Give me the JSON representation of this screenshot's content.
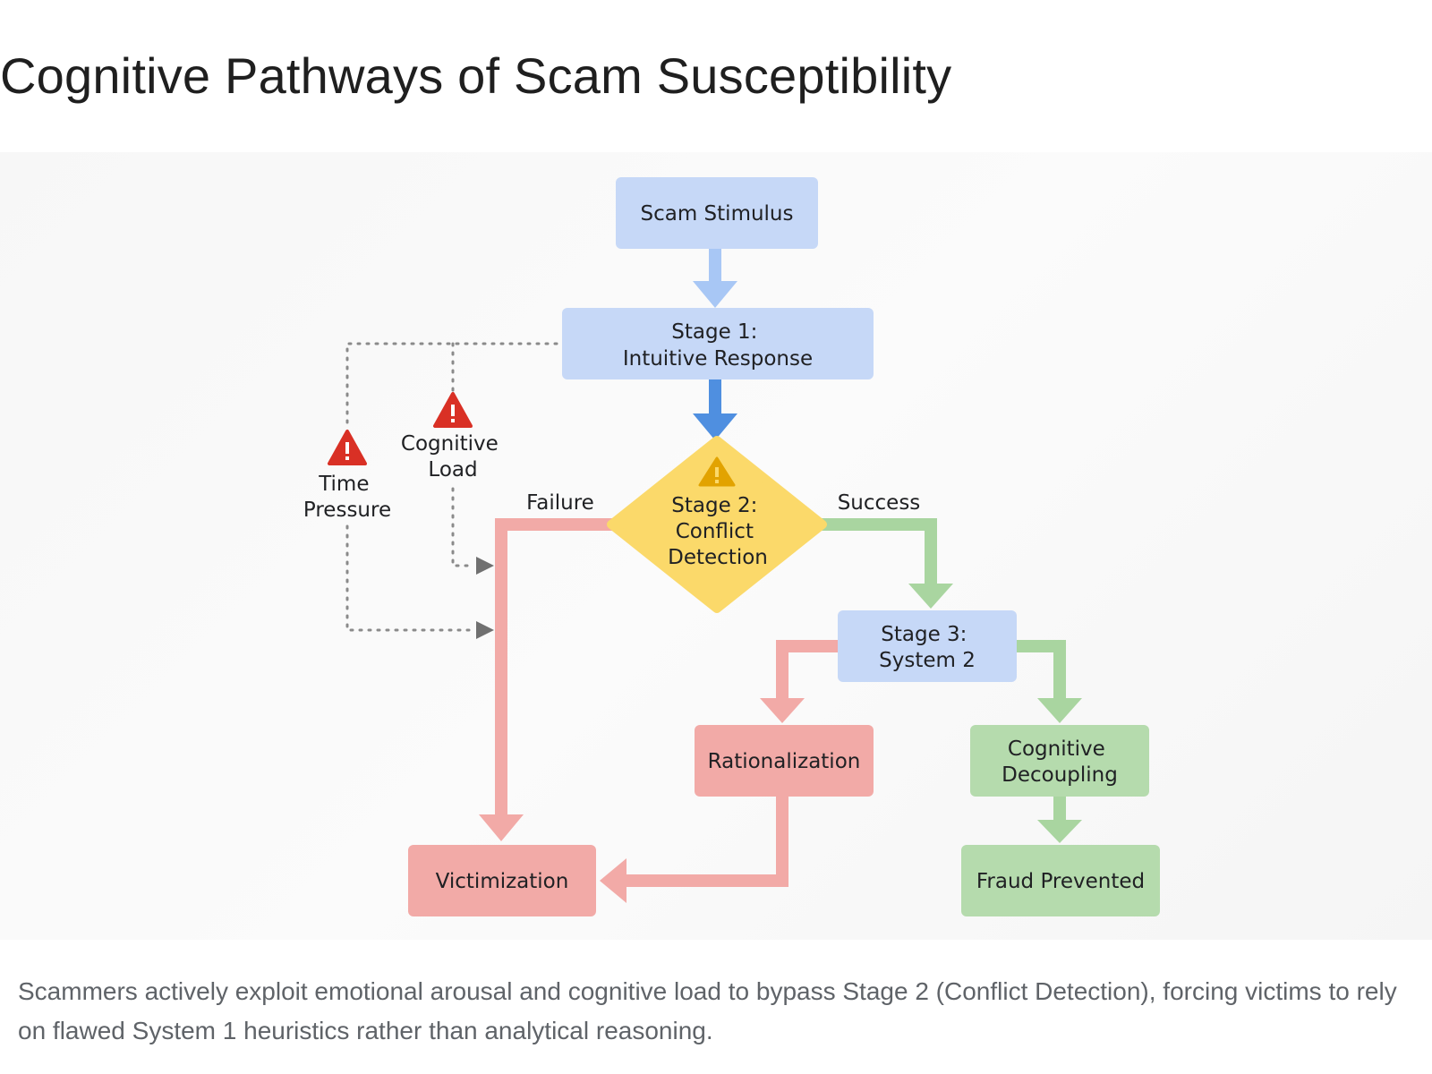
{
  "title": "Cognitive Pathways of Scam Susceptibility",
  "nodes": {
    "scam_stimulus": "Scam Stimulus",
    "stage1": [
      "Stage 1:",
      "Intuitive Response"
    ],
    "stage2": [
      "Stage 2:",
      "Conflict",
      "Detection"
    ],
    "stage3": [
      "Stage 3:",
      "System 2"
    ],
    "rationalization": "Rationalization",
    "cognitive_decoupling": [
      "Cognitive",
      "Decoupling"
    ],
    "victimization": "Victimization",
    "fraud_prevented": "Fraud Prevented"
  },
  "edges": {
    "failure": "Failure",
    "success": "Success"
  },
  "pressures": {
    "time_pressure": [
      "Time",
      "Pressure"
    ],
    "cognitive_load": [
      "Cognitive",
      "Load"
    ]
  },
  "colors": {
    "blue_box": "#c6d8f7",
    "blue_arrow": "#a8c7f5",
    "blue_arrow_dark": "#4f8fe0",
    "yellow_diamond": "#fbd96a",
    "red_box": "#f2aaa7",
    "red_arrow": "#f2aaa7",
    "green_box": "#b5dbad",
    "green_arrow": "#a9d5a0",
    "warning_red": "#d93025",
    "warning_yellow": "#e2a300"
  },
  "caption": "Scammers actively exploit emotional arousal and cognitive load to bypass Stage 2 (Conflict Detection), forcing victims to rely on flawed System 1 heuristics rather than analytical reasoning."
}
